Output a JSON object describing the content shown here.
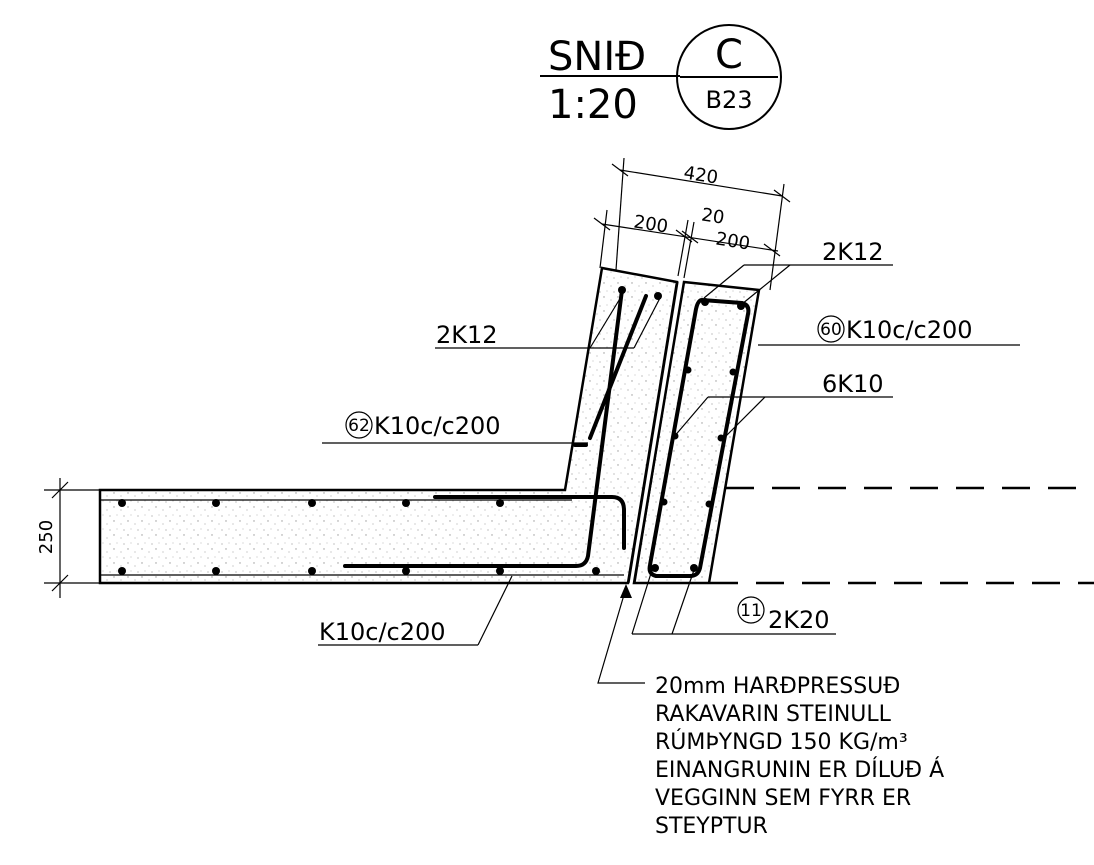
{
  "title": {
    "section_word": "SNIÐ",
    "scale": "1:20",
    "section_letter": "C",
    "sheet_ref": "B23"
  },
  "dimensions": {
    "total_width": "420",
    "left_part": "200",
    "gap": "20",
    "right_part": "200",
    "slab_height": "250"
  },
  "labels": {
    "top_right_bars": "2K12",
    "left_wall_bars": "2K12",
    "right_stirrups": "K10c/c200",
    "right_stirrups_mark": "60",
    "right_longitudinal": "6K10",
    "left_stirrups": "K10c/c200",
    "left_stirrups_mark": "62",
    "slab_bars": "K10c/c200",
    "bottom_bars": "2K20",
    "bottom_bars_mark": "11"
  },
  "note": {
    "lines": [
      "20mm HARÐPRESSUÐ",
      "RAKAVARIN STEINULL",
      "RÚMÞYNGD 150 KG/m³",
      "EINANGRUNIN ER DÍLUÐ Á",
      "VEGGINN SEM FYRR ER",
      "STEYPTUR"
    ]
  },
  "colors": {
    "ink": "#000000",
    "paper": "#ffffff",
    "concrete_speckle": "#9a9a9a"
  }
}
